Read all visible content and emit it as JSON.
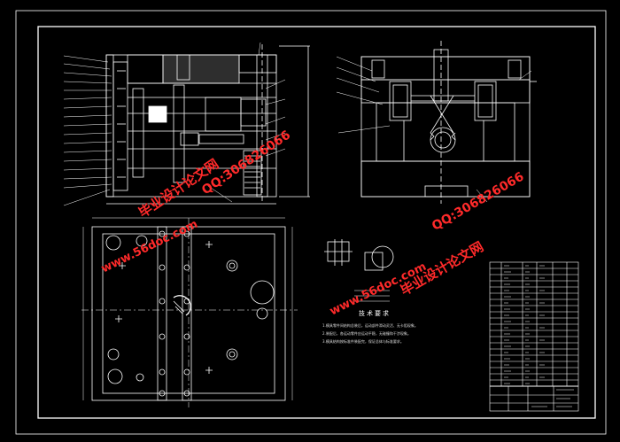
{
  "notes": {
    "title": "技术要求",
    "lines": [
      "1.模具零件间结构总装后，运动部件滑动灵活、无卡阻现象。",
      "2.装配后，各运动零件应运动平稳，无碰撞和干涉现象。",
      "3.模具结构按标准件装配完，保证总体与标准要求。"
    ]
  },
  "watermarks": {
    "site_a": "www.56doc.com",
    "brand_a": "毕业设计论文网",
    "qq_a": "QQ:306826066",
    "site_b": "www.56doc.com",
    "brand_b": "毕业设计论文网",
    "qq_b": "QQ:306826066"
  },
  "colors": {
    "background": "#000000",
    "lines": "#ffffff",
    "watermark": "#ff2a2a"
  }
}
